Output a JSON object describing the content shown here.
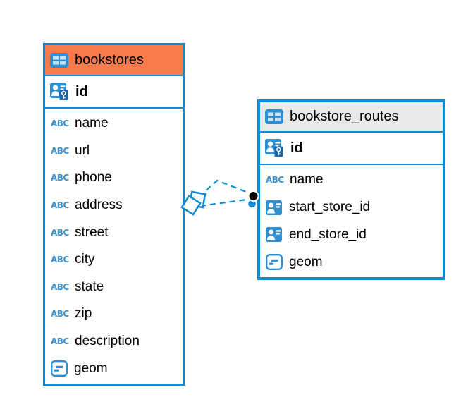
{
  "colors": {
    "accent_blue": "#0d8bd4",
    "icon_blue": "#2e8fd2",
    "header_orange": "#f87c4b",
    "header_gray": "#e9e9e9",
    "endpoint_dot_black": "#000000",
    "endpoint_dot_blue": "#0d8bd4"
  },
  "icons": {
    "abc_label": "ABC"
  },
  "table1": {
    "title": "bookstores",
    "pk": {
      "label": "id",
      "type": "primary-key"
    },
    "columns": [
      {
        "label": "name",
        "type": "abc"
      },
      {
        "label": "url",
        "type": "abc"
      },
      {
        "label": "phone",
        "type": "abc"
      },
      {
        "label": "address",
        "type": "abc"
      },
      {
        "label": "street",
        "type": "abc"
      },
      {
        "label": "city",
        "type": "abc"
      },
      {
        "label": "state",
        "type": "abc"
      },
      {
        "label": "zip",
        "type": "abc"
      },
      {
        "label": "description",
        "type": "abc"
      },
      {
        "label": "geom",
        "type": "geometry"
      }
    ]
  },
  "table2": {
    "title": "bookstore_routes",
    "pk": {
      "label": "id",
      "type": "primary-key"
    },
    "columns": [
      {
        "label": "name",
        "type": "abc"
      },
      {
        "label": "start_store_id",
        "type": "reference"
      },
      {
        "label": "end_store_id",
        "type": "reference"
      },
      {
        "label": "geom",
        "type": "geometry"
      }
    ]
  },
  "relationships": {
    "source_table": "bookstores",
    "target_table": "bookstore_routes",
    "line_count": 2,
    "line_style": "dashed"
  }
}
